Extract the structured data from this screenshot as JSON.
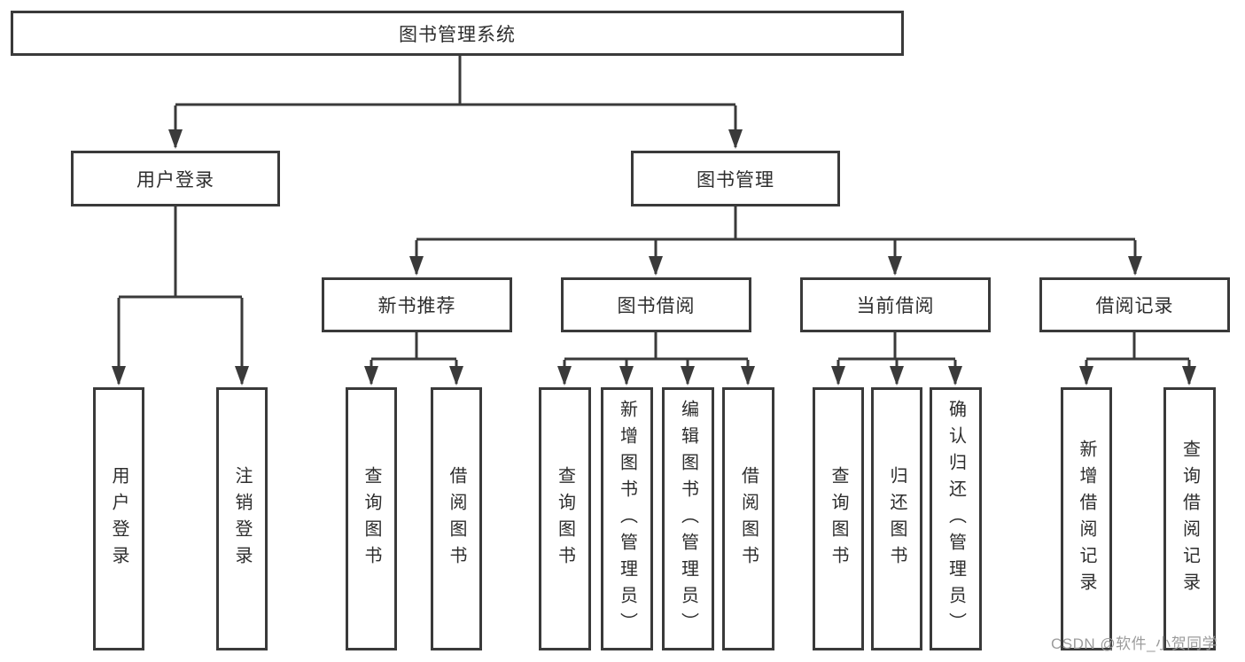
{
  "diagram": {
    "root": "图书管理系统",
    "level2": {
      "user_login": "用户登录",
      "book_management": "图书管理"
    },
    "level3": {
      "new_book_recommend": "新书推荐",
      "book_borrow": "图书借阅",
      "current_borrow": "当前借阅",
      "borrow_record": "借阅记录"
    },
    "leaves": {
      "user_login": "用户登录",
      "logout_login": "注销登录",
      "recommend_query_books": "查询图书",
      "recommend_borrow_books": "借阅图书",
      "borrow_query_books": "查询图书",
      "borrow_add_books_admin": "新增图书（管理员）",
      "borrow_edit_books_admin": "编辑图书（管理员）",
      "borrow_borrow_books": "借阅图书",
      "current_query_books": "查询图书",
      "current_return_books": "归还图书",
      "current_confirm_return_admin": "确认归还（管理员）",
      "record_add_borrow_record": "新增借阅记录",
      "record_query_borrow_record": "查询借阅记录"
    }
  },
  "watermark": "CSDN @软件_小贺同学",
  "colors": {
    "line": "#3a3a3a",
    "text": "#2d2d2d",
    "watermark": "#9c9c9c"
  }
}
